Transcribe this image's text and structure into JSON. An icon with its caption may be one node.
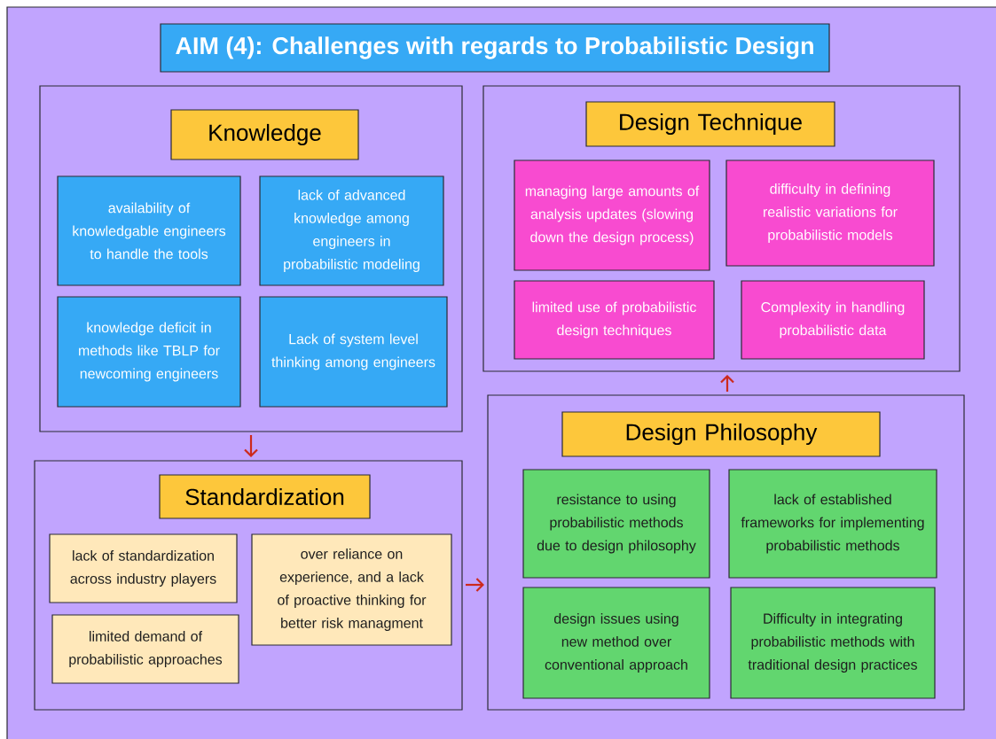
{
  "diagram": {
    "title": "AIM (4): Challenges with regards to Probabilistic Design",
    "nodes": [
      {
        "text": [],
        "shape": "box"
      },
      {
        "text": [
          "Knowledge"
        ],
        "in": 0
      },
      {
        "text": [
          "availability of knowledgable engineers to handle the tools"
        ],
        "in": 0
      },
      {
        "text": [
          "lack of advanced knowledge among engineers in probabilistic modeling"
        ],
        "in": 0
      },
      {
        "text": [
          "knowledge deficit in methods like TBLP for newcoming engineers"
        ],
        "in": 0
      },
      {
        "text": [
          "Lack of system level thinking among engineers"
        ],
        "in": 0
      },
      {
        "text": [],
        "shape": "box"
      },
      {
        "text": [
          "Design Technique"
        ],
        "in": 6
      },
      {
        "text": [
          "managing large amounts of analysis updates (slowing down the design process)"
        ],
        "in": 6
      },
      {
        "text": [
          "difficulty in defining realistic variations for probabilistic models"
        ],
        "in": 6
      },
      {
        "text": [
          "limited use of probabilistic design techniques"
        ],
        "in": 6
      },
      {
        "text": [
          "Complexity in handling probabilistic data"
        ],
        "in": 6
      },
      {
        "text": [],
        "shape": "box"
      },
      {
        "text": [
          "Standardization"
        ],
        "in": 12
      },
      {
        "text": [
          "lack of standardization across industry players"
        ],
        "in": 12
      },
      {
        "text": [
          "over reliance on experience, and a lack of proactive thinking for better risk managment"
        ],
        "in": 12
      },
      {
        "text": [
          "limited demand of probabilistic approaches"
        ],
        "in": 12
      },
      {
        "text": [],
        "shape": "box"
      },
      {
        "text": [
          "Design Philosophy"
        ],
        "in": 17
      },
      {
        "text": [
          "resistance to using probabilistic methods due to design philosophy"
        ],
        "in": 17
      },
      {
        "text": [
          "lack of established frameworks for implementing probabilistic methods"
        ],
        "in": 17
      },
      {
        "text": [
          "design issues using new method over conventional approach"
        ],
        "in": 17
      },
      {
        "text": [
          "Difficulty in integrating probabilistic methods with traditional design practices"
        ],
        "in": 17
      }
    ],
    "edges": [
      {
        "from": 0,
        "to": 12,
        "arrow": "to"
      },
      {
        "from": 12,
        "to": 17,
        "arrow": "to"
      },
      {
        "from": 17,
        "to": 6,
        "arrow": "to"
      }
    ]
  }
}
